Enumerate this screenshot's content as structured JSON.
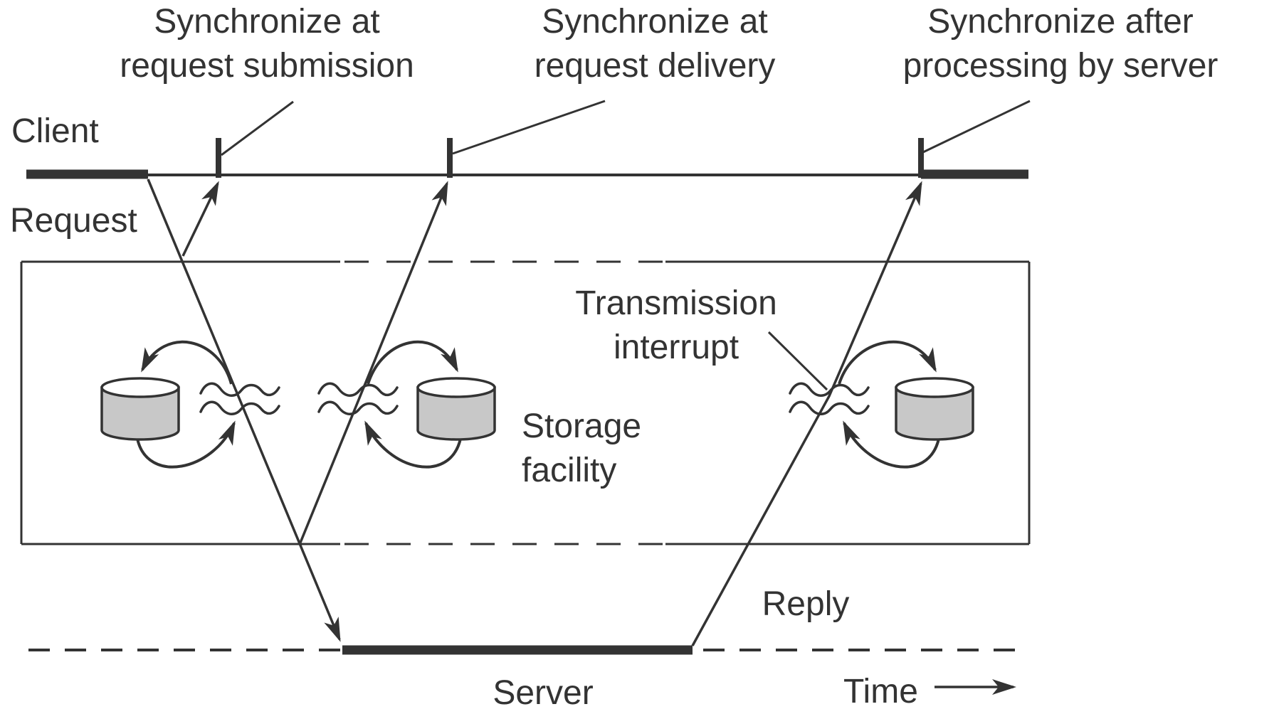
{
  "diagram": {
    "description": "Client-server persistent communication timeline with storage facilities (message-queuing synchronization points)",
    "colors": {
      "ink": "#333333",
      "cylinder_fill": "#c8c8c8",
      "background": "#ffffff"
    },
    "sync_labels": {
      "submission": {
        "line1": "Synchronize at",
        "line2": "request submission"
      },
      "delivery": {
        "line1": "Synchronize at",
        "line2": "request delivery"
      },
      "processing": {
        "line1": "Synchronize after",
        "line2": "processing by server"
      }
    },
    "entities": {
      "client": "Client",
      "server": "Server",
      "request": "Request",
      "reply": "Reply",
      "time": "Time"
    },
    "annotations": {
      "transmission": {
        "line1": "Transmission",
        "line2": "interrupt"
      },
      "storage": {
        "line1": "Storage",
        "line2": "facility"
      }
    }
  }
}
